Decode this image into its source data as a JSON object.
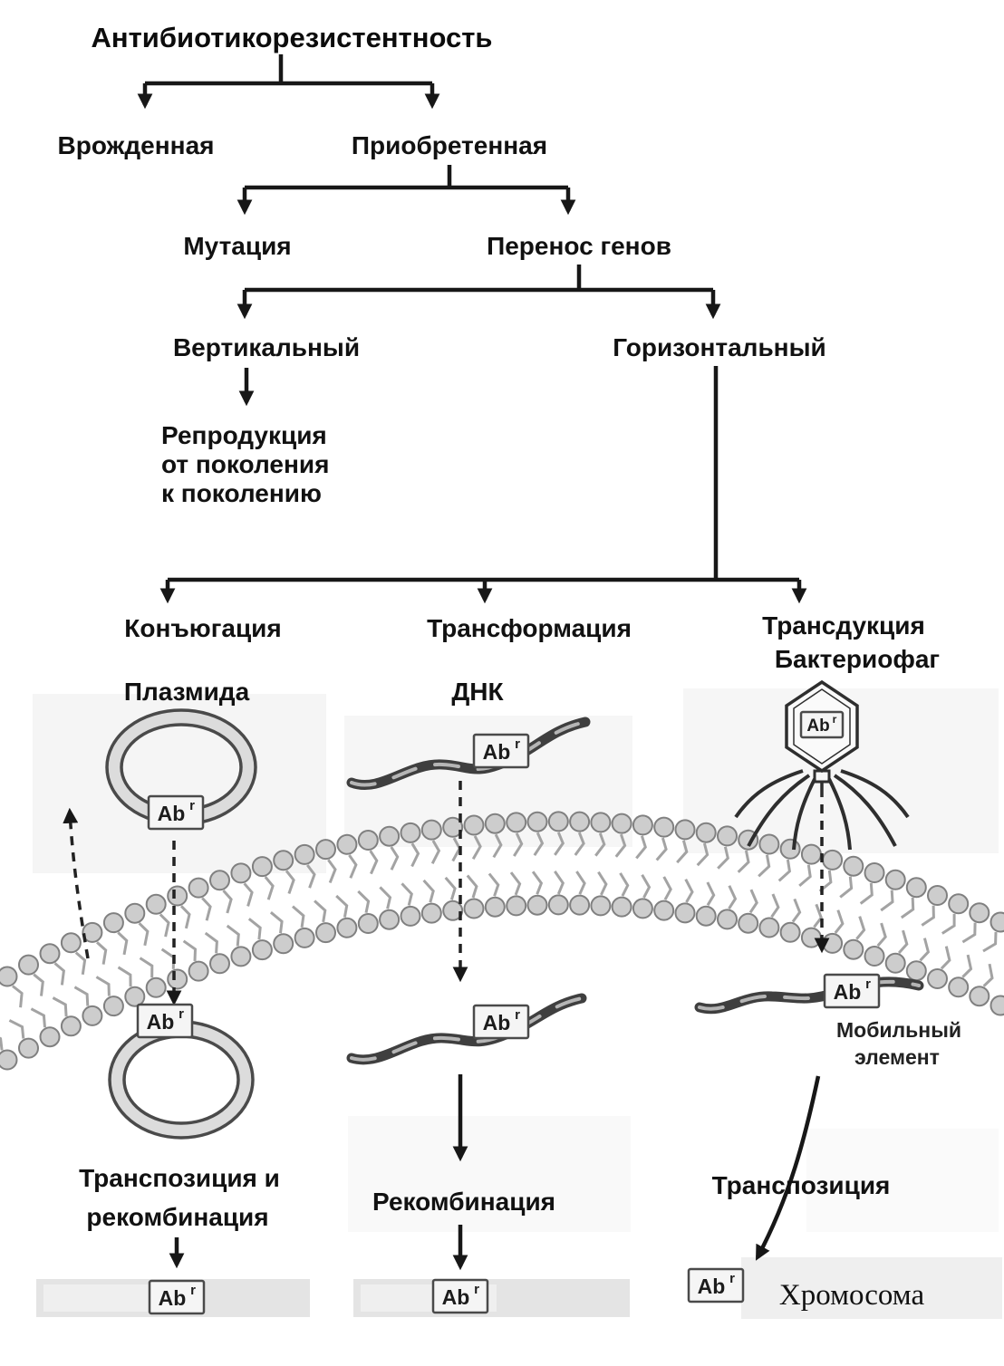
{
  "diagram": {
    "title": "Антибиотикорезистентность",
    "innate": "Врожденная",
    "acquired": "Приобретенная",
    "mutation": "Мутация",
    "gene_transfer": "Перенос генов",
    "vertical": "Вертикальный",
    "horizontal": "Горизонтальный",
    "reproduction_l1": "Репродукция",
    "reproduction_l2": "от поколения",
    "reproduction_l3": "к поколению",
    "conjugation": "Конъюгация",
    "transformation": "Трансформация",
    "transduction": "Трансдукция",
    "bacteriophage": "Бактериофаг",
    "plasmid": "Плазмида",
    "dna": "ДНК",
    "mobile_element_l1": "Мобильный",
    "mobile_element_l2": "элемент",
    "transposition_recomb_l1": "Транспозиция и",
    "transposition_recomb_l2": "рекомбинация",
    "recombination": "Рекомбинация",
    "transposition": "Транспозиция",
    "chromosome": "Хромосома"
  },
  "marker": {
    "ab": "Ab",
    "resistance_sup": "r"
  },
  "colors": {
    "ink": "#171717",
    "membrane_head": "#cdcdcd",
    "panel": "#ededed",
    "chromosome_strip": "#e4e4e4"
  }
}
